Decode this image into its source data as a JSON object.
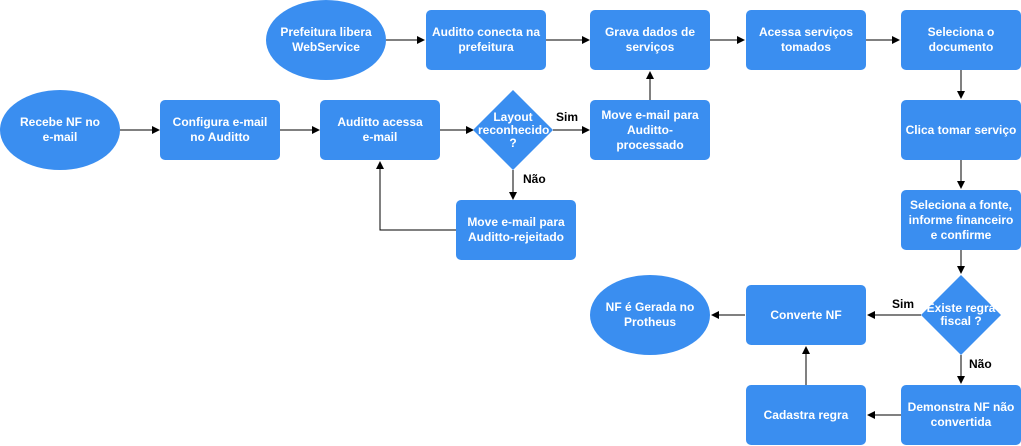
{
  "colors": {
    "node_fill": "#3a8ef0",
    "edge": "#000000",
    "text": "#ffffff"
  },
  "nodes": {
    "recebe": "Recebe NF no e-mail",
    "configura": "Configura e-mail no Auditto",
    "acessa_email": "Auditto acessa e-mail",
    "layout": "Layout reconhecido ?",
    "move_processado": "Move e-mail para Auditto-processado",
    "move_rejeitado": "Move e-mail para Auditto-rejeitado",
    "prefeitura": "Prefeitura libera WebService",
    "conecta": "Auditto conecta na prefeitura",
    "grava": "Grava dados de serviços",
    "acessa_servicos": "Acessa serviços tomados",
    "seleciona_doc": "Seleciona o documento",
    "clica": "Clica tomar serviço",
    "seleciona_fonte": "Seleciona a fonte, informe financeiro e confirme",
    "existe_regra": "Existe regra fiscal ?",
    "converte": "Converte NF",
    "nf_gerada": "NF é Gerada no Protheus",
    "demonstra": "Demonstra NF não convertida",
    "cadastra": "Cadastra regra"
  },
  "labels": {
    "sim_layout": "Sim",
    "nao_layout": "Não",
    "sim_regra": "Sim",
    "nao_regra": "Não"
  }
}
